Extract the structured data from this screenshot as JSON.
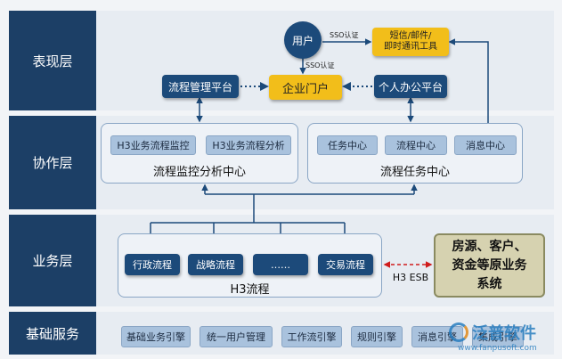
{
  "layers": {
    "presentation": "表现层",
    "collaboration": "协作层",
    "business": "业务层",
    "foundation": "基础服务"
  },
  "presentation": {
    "user": "用户",
    "sso_label_1": "SSO认证",
    "sso_label_2": "SSO认证",
    "messaging_box": "短信/邮件/\n即时通讯工具",
    "process_platform": "流程管理平台",
    "enterprise_portal": "企业门户",
    "personal_platform": "个人办公平台"
  },
  "collaboration": {
    "monitor_center": {
      "title": "流程监控分析中心",
      "items": [
        "H3业务流程监控",
        "H3业务流程分析"
      ]
    },
    "task_center": {
      "title": "流程任务中心",
      "items": [
        "任务中心",
        "流程中心",
        "消息中心"
      ]
    }
  },
  "business": {
    "h3_title": "H3流程",
    "items": [
      "行政流程",
      "战略流程",
      "……",
      "交易流程"
    ],
    "esb_label": "H3 ESB",
    "legacy_box": "房源、客户、\n资金等原业务\n系统"
  },
  "foundation": {
    "items": [
      "基础业务引擎",
      "统一用户管理",
      "工作流引擎",
      "规则引擎",
      "消息引擎",
      "集成引擎"
    ]
  },
  "watermark": {
    "text": "泛普软件",
    "url": "www.fanpusoft.com"
  },
  "colors": {
    "navy": "#1c4a7a",
    "label_navy": "#1c3f66",
    "yellow": "#f2be1a",
    "chip_blue": "#a9c2dd",
    "legacy_bg": "#d6d2b0",
    "esb_red": "#d01c1c"
  }
}
